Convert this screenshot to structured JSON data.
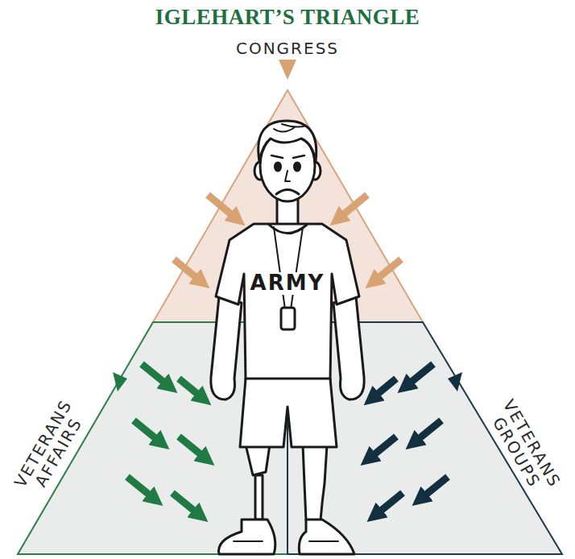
{
  "diagram": {
    "title": "IGLEHART’S TRIANGLE",
    "labels": [
      "CONGRESS",
      "VETERANS AFFAIRS",
      "VETERANS GROUPS",
      "ARMY"
    ]
  }
}
